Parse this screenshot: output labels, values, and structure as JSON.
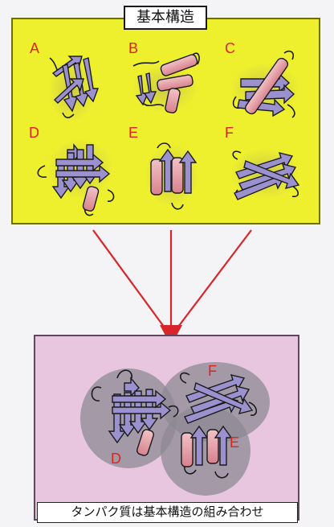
{
  "title": "基本構造",
  "caption": "タンパク質は基本構造の組み合わせ",
  "motif_labels": [
    "A",
    "B",
    "C",
    "D",
    "E",
    "F"
  ],
  "combined_labels": [
    "D",
    "E",
    "F"
  ],
  "colors": {
    "top_background": "#eef02e",
    "bottom_background": "#e8c6e0",
    "strand": "#9b91cf",
    "helix": "#e8a0a8",
    "arrow": "#d8252a",
    "label": "#e0241c",
    "blob": "#8c8a94"
  }
}
